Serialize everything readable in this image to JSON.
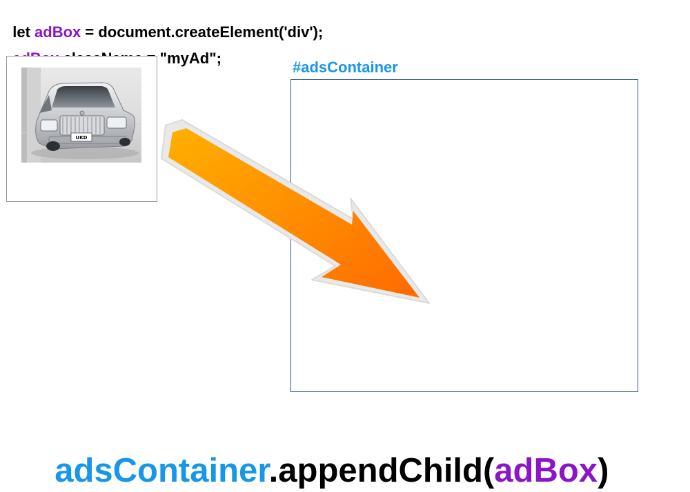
{
  "code_top": {
    "line1": {
      "prefix": "let ",
      "var_name": "adBox",
      "rest": " = document.createElement('div');"
    },
    "line2": {
      "var_name": "adBox",
      "rest": ".className = \"myAd\";"
    }
  },
  "container_label": "#adsContainer",
  "bottom_code": {
    "object": "adsContainer",
    "method": ".appendChild(",
    "argument": "adBox",
    "close": ")"
  },
  "license_plate": "UKD",
  "colors": {
    "purple": "#8a16c8",
    "blue": "#1896e8",
    "container_border": "#2a4ea0",
    "arrow_start": "#ffb000",
    "arrow_end": "#ff6a00"
  },
  "icons": {
    "arrow": "arrow-icon",
    "car": "car-image"
  }
}
